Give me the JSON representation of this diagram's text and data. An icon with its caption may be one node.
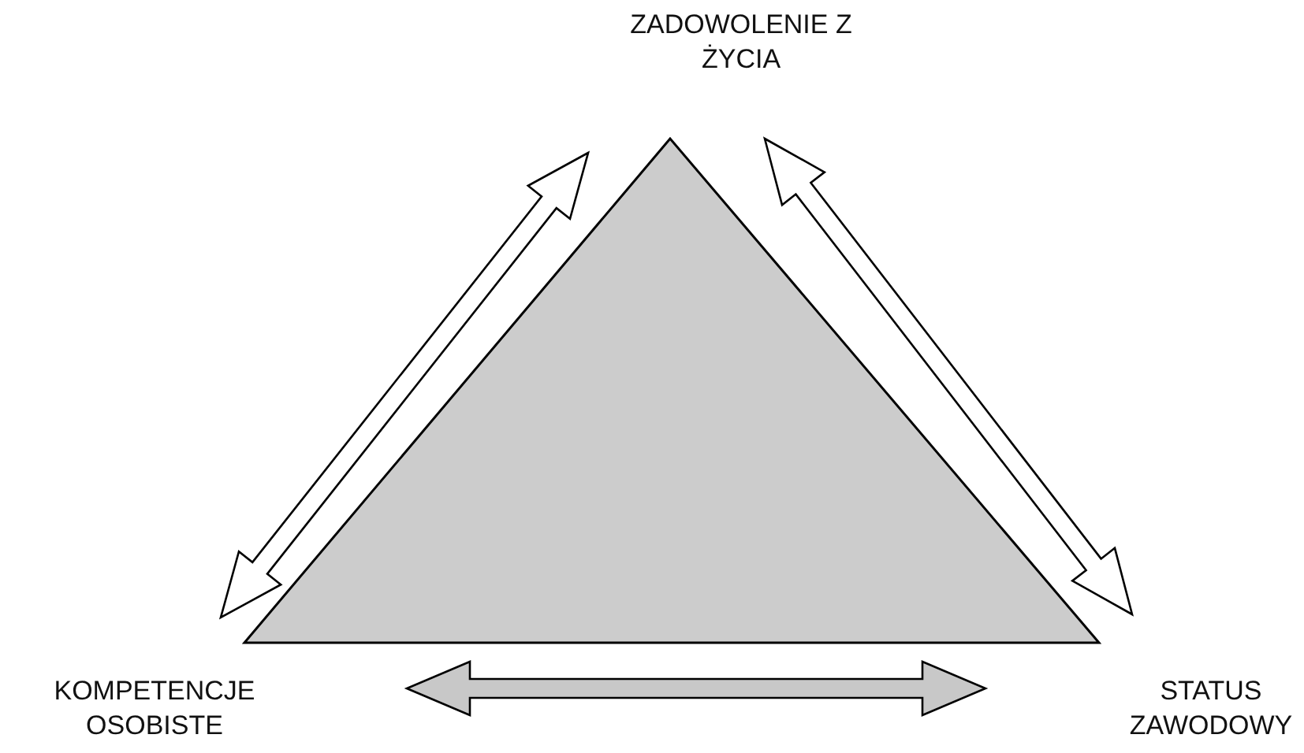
{
  "diagram": {
    "nodes": [
      {
        "text": [
          "ZADOWOLENIE Z ŻYCIA"
        ]
      },
      {
        "text": [
          "KOMPETENCJE OSOBISTE"
        ]
      },
      {
        "text": [
          "STATUS ZAWODOWY"
        ]
      }
    ],
    "edges": [
      {
        "from": 0,
        "to": 1,
        "arrow": "both"
      },
      {
        "from": 0,
        "to": 2,
        "arrow": "both"
      },
      {
        "from": 1,
        "to": 2,
        "arrow": "both",
        "color": "#c8c8c8"
      }
    ]
  }
}
